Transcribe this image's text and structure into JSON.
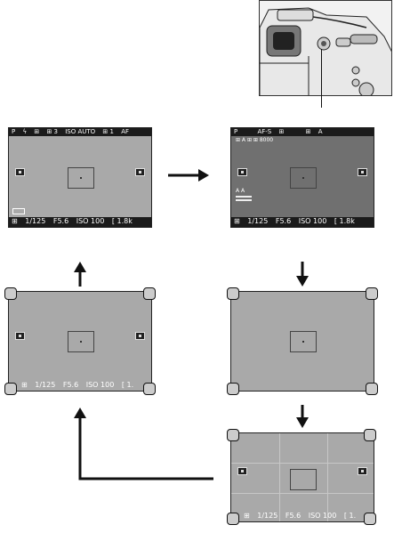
{
  "callout_label": "",
  "screens": [
    {
      "id": "standard",
      "dark": false,
      "top_items": [
        "P",
        "ϟ",
        "⊞",
        "⊞ 3",
        "ISO AUTO",
        "⊞ 1",
        "AF"
      ],
      "bottom_items": [
        "⊞",
        "1/125",
        "F5.6",
        "ISO 100",
        "[ 1.8k"
      ],
      "has_bottom_battery": true
    },
    {
      "id": "detailed",
      "dark": true,
      "top_items": [
        "P",
        "AF-S",
        "⊞",
        "⊞",
        "A"
      ],
      "sub_items": [
        "⊞ A ⊞ ⊞ 8000"
      ],
      "bottom_items": [
        "⊞",
        "1/125",
        "F5.6",
        "ISO 100",
        "[ 1.8k"
      ],
      "level_labels": [
        "A A"
      ]
    },
    {
      "id": "corners-with-info",
      "dark": false,
      "bottom_items": [
        "⊞",
        "1/125",
        "F5.6",
        "ISO 100",
        "[ 1."
      ]
    },
    {
      "id": "corners-only",
      "dark": false
    },
    {
      "id": "grid",
      "dark": false,
      "bottom_items": [
        "⊞",
        "1/125",
        "F5.6",
        "ISO 100",
        "[ 1."
      ]
    }
  ]
}
